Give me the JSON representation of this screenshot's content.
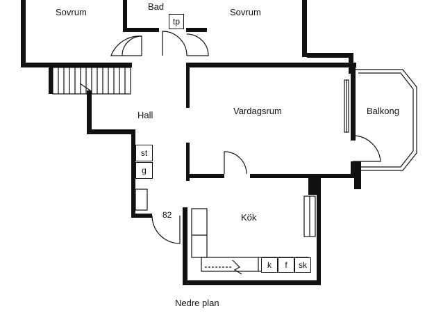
{
  "plan": {
    "rooms": {
      "sovrum_left": "Sovrum",
      "bad": "Bad",
      "sovrum_right": "Sovrum",
      "hall": "Hall",
      "vardagsrum": "Vardagsrum",
      "balkong": "Balkong",
      "kok": "Kök"
    },
    "fixtures": {
      "tp": "tp",
      "st": "st",
      "g": "g",
      "k": "k",
      "f": "f",
      "sk": "sk"
    },
    "door_number": "82",
    "caption": "Nedre plan"
  }
}
